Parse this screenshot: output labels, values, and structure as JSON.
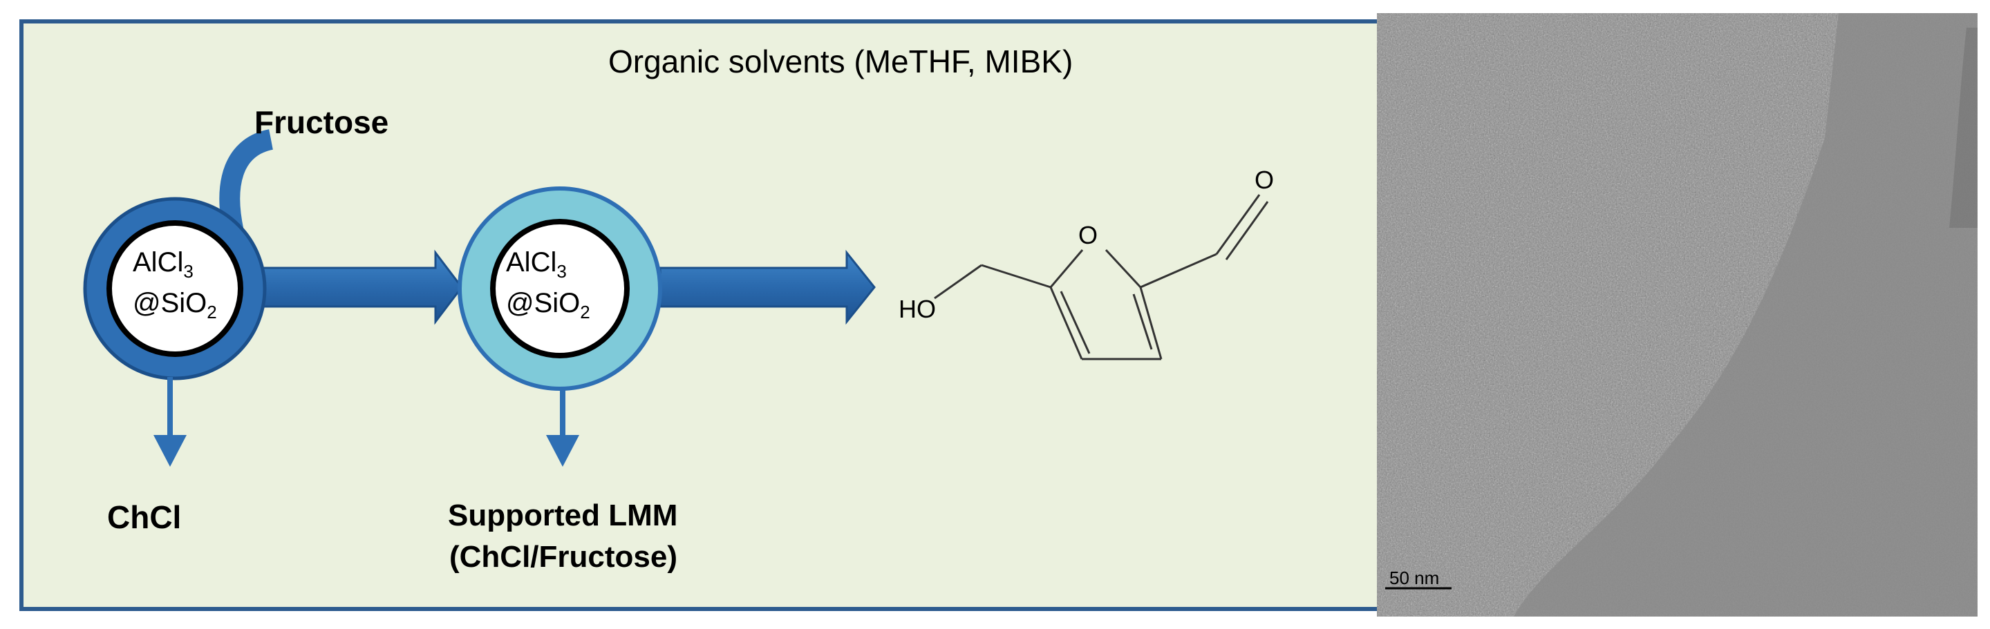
{
  "scheme": {
    "title": "Organic solvents (MeTHF, MIBK)",
    "reactant": "Fructose",
    "catalyst": {
      "line1_main": "AlCl",
      "line1_sub": "3",
      "line2_main": "@SiO",
      "line2_sub": "2"
    },
    "byproduct_first": "ChCl",
    "byproduct_second_line1": "Supported LMM",
    "byproduct_second_line2": "(ChCl/Fructose)",
    "product_atoms": {
      "hydroxyl": "HO",
      "ring_oxygen": "O",
      "aldehyde_oxygen": "O"
    }
  },
  "tem_image": {
    "scale_bar_label": "50 nm"
  },
  "colors": {
    "panel_background": "#ebf1de",
    "panel_border": "#2d5b8e",
    "arrow_blue": "#2e6fb4",
    "catalyst1_ring": "#2e6fb4",
    "catalyst2_ring": "#7fcad9"
  }
}
